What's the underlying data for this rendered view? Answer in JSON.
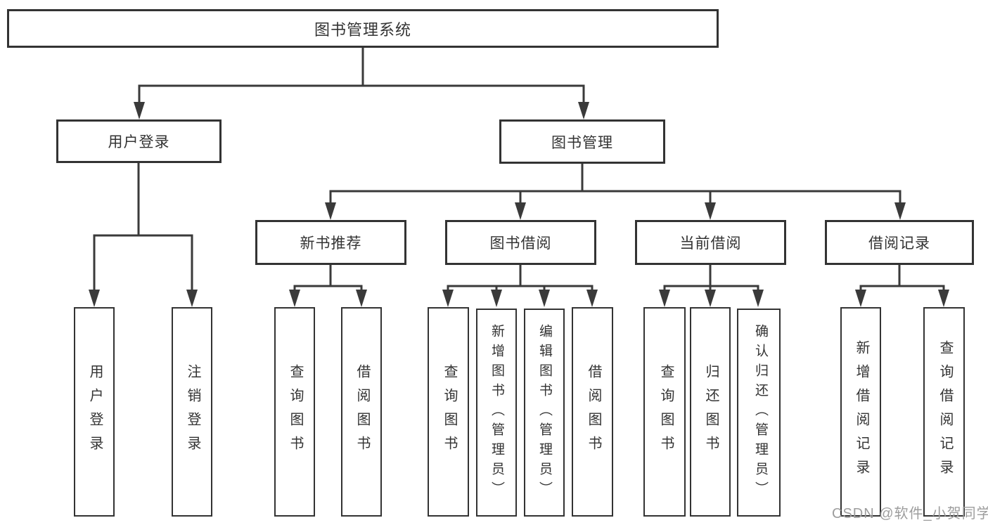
{
  "colors": {
    "line": "#3a3a3a",
    "border": "#333333",
    "text": "#333333",
    "watermark": "#9d9d9d",
    "background": "#ffffff"
  },
  "watermark": {
    "text": "CSDN @软件_小贺同学"
  },
  "diagram": {
    "type": "tree",
    "root": {
      "id": "library-management-system",
      "label": "图书管理系统"
    },
    "level2": [
      {
        "id": "user-login",
        "label": "用户登录",
        "parent": "library-management-system"
      },
      {
        "id": "book-management",
        "label": "图书管理",
        "parent": "library-management-system"
      }
    ],
    "level3": [
      {
        "id": "new-book-recommendation",
        "label": "新书推荐",
        "parent": "book-management"
      },
      {
        "id": "book-borrowing",
        "label": "图书借阅",
        "parent": "book-management"
      },
      {
        "id": "current-borrowing",
        "label": "当前借阅",
        "parent": "book-management"
      },
      {
        "id": "borrowing-records",
        "label": "借阅记录",
        "parent": "book-management"
      }
    ],
    "leaves": [
      {
        "id": "user-login-leaf",
        "label": "用户登录",
        "parent": "user-login"
      },
      {
        "id": "logout",
        "label": "注销登录",
        "parent": "user-login"
      },
      {
        "id": "query-books-recommend",
        "label": "查询图书",
        "parent": "new-book-recommendation"
      },
      {
        "id": "borrow-books-recommend",
        "label": "借阅图书",
        "parent": "new-book-recommendation"
      },
      {
        "id": "query-books-borrow",
        "label": "查询图书",
        "parent": "book-borrowing"
      },
      {
        "id": "add-books-admin",
        "label": "新增图书（管理员）",
        "parent": "book-borrowing"
      },
      {
        "id": "edit-books-admin",
        "label": "编辑图书（管理员）",
        "parent": "book-borrowing"
      },
      {
        "id": "borrow-books",
        "label": "借阅图书",
        "parent": "book-borrowing"
      },
      {
        "id": "query-books-current",
        "label": "查询图书",
        "parent": "current-borrowing"
      },
      {
        "id": "return-books",
        "label": "归还图书",
        "parent": "current-borrowing"
      },
      {
        "id": "confirm-return-admin",
        "label": "确认归还（管理员）",
        "parent": "current-borrowing"
      },
      {
        "id": "add-borrowing-record",
        "label": "新增借阅记录",
        "parent": "borrowing-records"
      },
      {
        "id": "query-borrowing-record",
        "label": "查询借阅记录",
        "parent": "borrowing-records"
      }
    ]
  }
}
